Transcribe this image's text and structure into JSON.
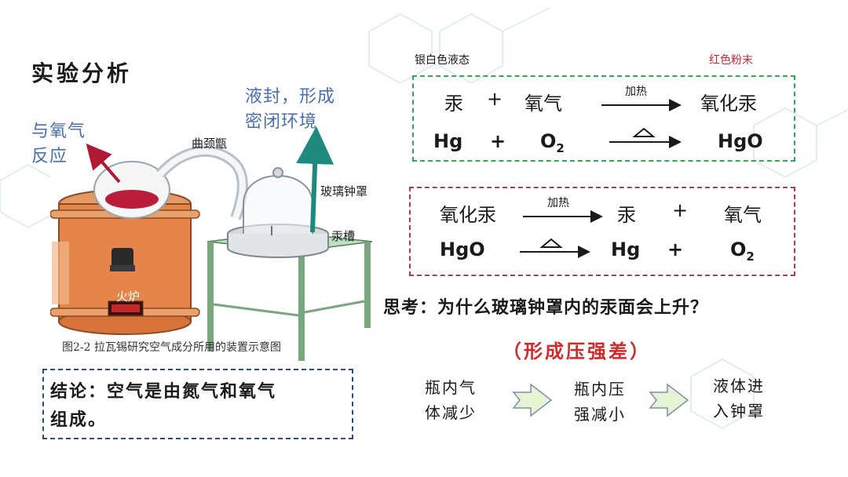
{
  "title": "实验分析",
  "figure": {
    "caption": "图2-2   拉瓦锡研究空气成分所用的装置示意图",
    "labels": {
      "retort": "曲颈甑",
      "bell_jar": "玻璃钟罩",
      "trough": "汞槽",
      "furnace": "火炉"
    },
    "note_left": [
      "与氧气",
      "反应"
    ],
    "note_right": [
      "液封，形成",
      "密闭环境"
    ]
  },
  "conclusion": [
    "结论：空气是由氮气和氧气",
    "组成。"
  ],
  "reaction1": {
    "label_left": "银白色液态",
    "label_right": "红色粉末",
    "words": [
      "汞",
      "+",
      "氧气",
      "氧化汞"
    ],
    "condition": "加热",
    "formulas": [
      "Hg",
      "+",
      "O",
      "2",
      "HgO"
    ]
  },
  "reaction2": {
    "words": [
      "氧化汞",
      "汞",
      "+",
      "氧气"
    ],
    "condition": "加热",
    "formulas": [
      "HgO",
      "Hg",
      "+",
      "O",
      "2"
    ]
  },
  "question": "思考：为什么玻璃钟罩内的汞面会上升？",
  "reason": "（形成压强差）",
  "flow": [
    [
      "瓶内气",
      "体减少"
    ],
    [
      "瓶内压",
      "强减小"
    ],
    [
      "液体进",
      "入钟罩"
    ]
  ],
  "colors": {
    "green_box": "#2fa85a",
    "red_box": "#c3344a",
    "blue_note": "#4a6fb0",
    "reason": "#d22a2a",
    "flow_arrow": "#e7f4d3"
  }
}
